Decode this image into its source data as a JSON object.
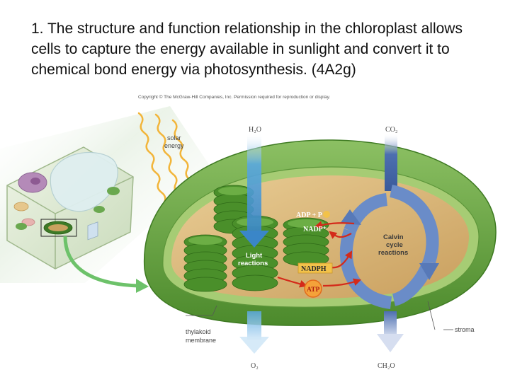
{
  "title": "1. The structure and function relationship in the chloroplast allows cells to capture the energy available in sunlight and convert it to chemical bond energy via photosynthesis. (4A2g)",
  "diagram": {
    "copyright": "Copyright © The McGraw-Hill Companies, Inc. Permission required for reproduction or display.",
    "solar_line1": "solar",
    "solar_line2": "energy",
    "h2o": "H₂O",
    "co2": "CO₂",
    "o2": "O₂",
    "ch2o": "CH₂O",
    "adp": "ADP + P",
    "nadp": "NADP⁺",
    "nadph": "NADPH",
    "atp": "ATP",
    "light_line1": "Light",
    "light_line2": "reactions",
    "calvin_line1": "Calvin",
    "calvin_line2": "cycle",
    "calvin_line3": "reactions",
    "thylakoid_line1": "thylakoid",
    "thylakoid_line2": "membrane",
    "stroma": "stroma"
  },
  "colors": {
    "membrane_outer": "#5f9a3c",
    "stroma": "#d9b67a",
    "grana": "#4a8f2a",
    "water_arrow": "#5aa8e0",
    "calvin_arrow": "#6a8cc8",
    "reaction_arrow": "#d42a1a",
    "nadph_box": "#f2c24a"
  }
}
